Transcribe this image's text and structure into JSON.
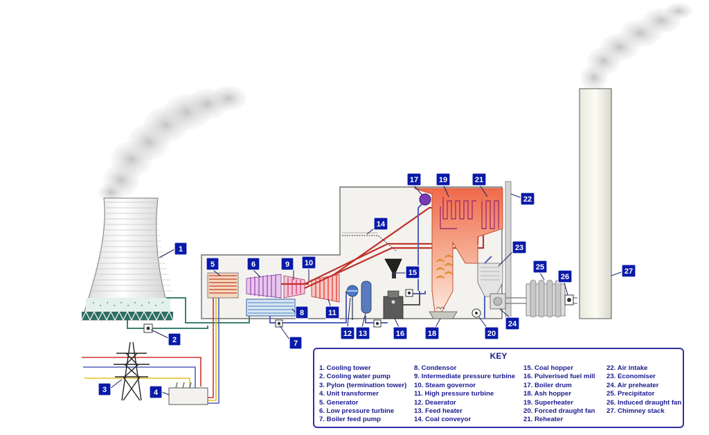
{
  "labels": [
    {
      "num": "1"
    },
    {
      "num": "2"
    },
    {
      "num": "3"
    },
    {
      "num": "4"
    },
    {
      "num": "5"
    },
    {
      "num": "6"
    },
    {
      "num": "7"
    },
    {
      "num": "8"
    },
    {
      "num": "9"
    },
    {
      "num": "10"
    },
    {
      "num": "11"
    },
    {
      "num": "12"
    },
    {
      "num": "13"
    },
    {
      "num": "14"
    },
    {
      "num": "15"
    },
    {
      "num": "16"
    },
    {
      "num": "17"
    },
    {
      "num": "18"
    },
    {
      "num": "19"
    },
    {
      "num": "20"
    },
    {
      "num": "21"
    },
    {
      "num": "22"
    },
    {
      "num": "23"
    },
    {
      "num": "24"
    },
    {
      "num": "25"
    },
    {
      "num": "26"
    },
    {
      "num": "27"
    }
  ],
  "key": {
    "title": "KEY",
    "columns": [
      [
        "1. Cooling tower",
        "2. Cooling water pump",
        "3. Pylon (termination tower)",
        "4. Unit transformer",
        "5. Generator",
        "6. Low pressure turbine",
        "7. Boiler feed pump"
      ],
      [
        "8. Condensor",
        "9. Intermediate pressure turbine",
        "10. Steam governor",
        "11. High pressure turbine",
        "12. Deaerator",
        "13. Feed heater",
        "14. Coal conveyor"
      ],
      [
        "15. Coal hopper",
        "16. Pulverised fuel mill",
        "17. Boiler drum",
        "18. Ash hopper",
        "19. Superheater",
        "20. Forced draught fan",
        "21. Reheater"
      ],
      [
        "22. Air intake",
        "23. Economiser",
        "24. Air preheater",
        "25. Precipitator",
        "26. Induced draught fan",
        "27. Chimney stack"
      ]
    ]
  },
  "colors": {
    "badge": "#0a1aa8",
    "steam_pipe": "#c0302a",
    "water_pipe": "#5060b8",
    "cooling_pipe": "#3a8070",
    "furnace_glow": "#f07050",
    "building": "#f4f2ee"
  }
}
